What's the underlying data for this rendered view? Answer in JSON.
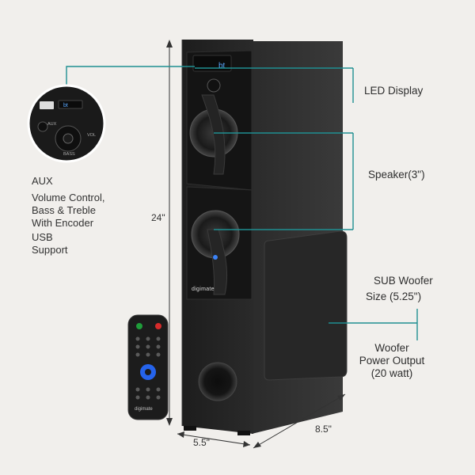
{
  "callouts": {
    "led_display": "LED Display",
    "speaker": "Speaker(3\")",
    "sub_woofer_line1": "SUB Woofer",
    "sub_woofer_line2": "Size (5.25\")",
    "woofer_power_line1": "Woofer",
    "woofer_power_line2": "Power Output",
    "woofer_power_line3": "(20 watt)"
  },
  "features": {
    "aux": "AUX",
    "volume_line1": "Volume Control,",
    "volume_line2": "Bass & Treble",
    "volume_line3": "With Encoder",
    "usb_line1": "USB",
    "usb_line2": "Support"
  },
  "dimensions": {
    "height": "24\"",
    "width": "5.5\"",
    "depth": "8.5\""
  },
  "brand": {
    "speaker_logo": "digimate",
    "remote_logo": "digimate"
  },
  "panel": {
    "aux_label": "AUX",
    "bass_label": "BASS",
    "vol_label": "VOL",
    "bt_label": "bt"
  },
  "colors": {
    "background": "#f1efec",
    "accent_line": "#1f8f92",
    "speaker_body": "#222222"
  }
}
